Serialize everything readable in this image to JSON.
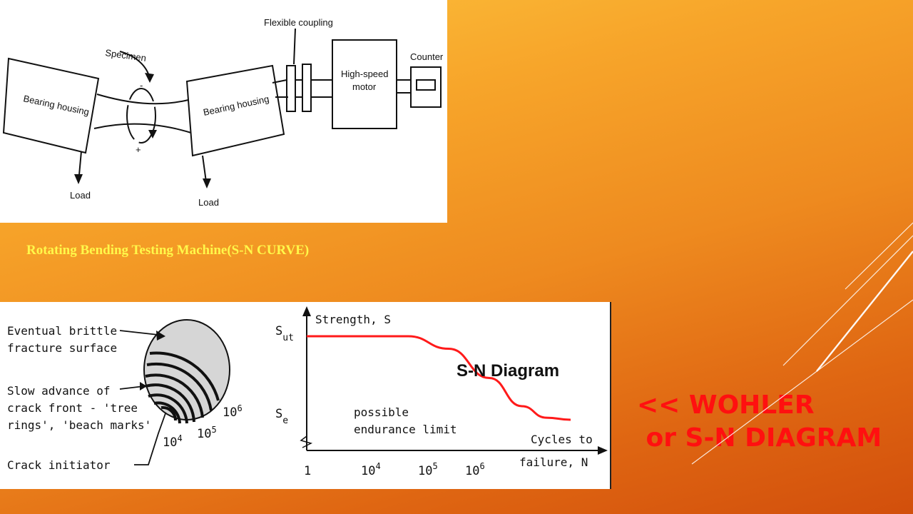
{
  "slide": {
    "caption": "Rotating Bending Testing Machine(S-N CURVE)",
    "title_line1": "<< WOHLER",
    "title_line2": " or S-N DIAGRAM"
  },
  "machine": {
    "flexible_coupling": "Flexible coupling",
    "specimen": "Specimen",
    "counter": "Counter",
    "bearing_left": "Bearing housing",
    "bearing_right": "Bearing housing",
    "motor_line1": "High-speed",
    "motor_line2": "motor",
    "load_left": "Load",
    "load_right": "Load",
    "minus_sign": "-",
    "plus_sign": "+"
  },
  "fracture": {
    "label1_line1": "Eventual brittle",
    "label1_line2": "fracture surface",
    "label2_line1": "Slow advance of",
    "label2_line2": "crack front - 'tree",
    "label2_line3": "rings', 'beach marks'",
    "label3": "Crack initiator",
    "tick_10": "10",
    "tick_4": "4",
    "tick_5": "5",
    "tick_6": "6"
  },
  "chart_data": {
    "type": "line",
    "title": "S-N Diagram",
    "ylabel": "Strength, S",
    "xlabel_line1": "Cycles to",
    "xlabel_line2": "failure, N",
    "x_scale": "log",
    "x_tick_labels": [
      "1",
      "10^4",
      "10^5",
      "10^6"
    ],
    "y_tick_labels": [
      "S_ut",
      "S_e"
    ],
    "annotation_line1": "possible",
    "annotation_line2": "endurance limit",
    "series": [
      {
        "color": "#ff1a1a",
        "points": [
          [
            0,
            1.0
          ],
          [
            2.5,
            1.0
          ],
          [
            3.5,
            0.88
          ],
          [
            4.5,
            0.6
          ],
          [
            5.3,
            0.33
          ],
          [
            5.9,
            0.22
          ],
          [
            6.5,
            0.2
          ]
        ]
      }
    ],
    "text": {
      "s": "S",
      "ut": "ut",
      "e": "e",
      "one": "1",
      "ten": "10",
      "exp4": "4",
      "exp5": "5",
      "exp6": "6"
    }
  }
}
